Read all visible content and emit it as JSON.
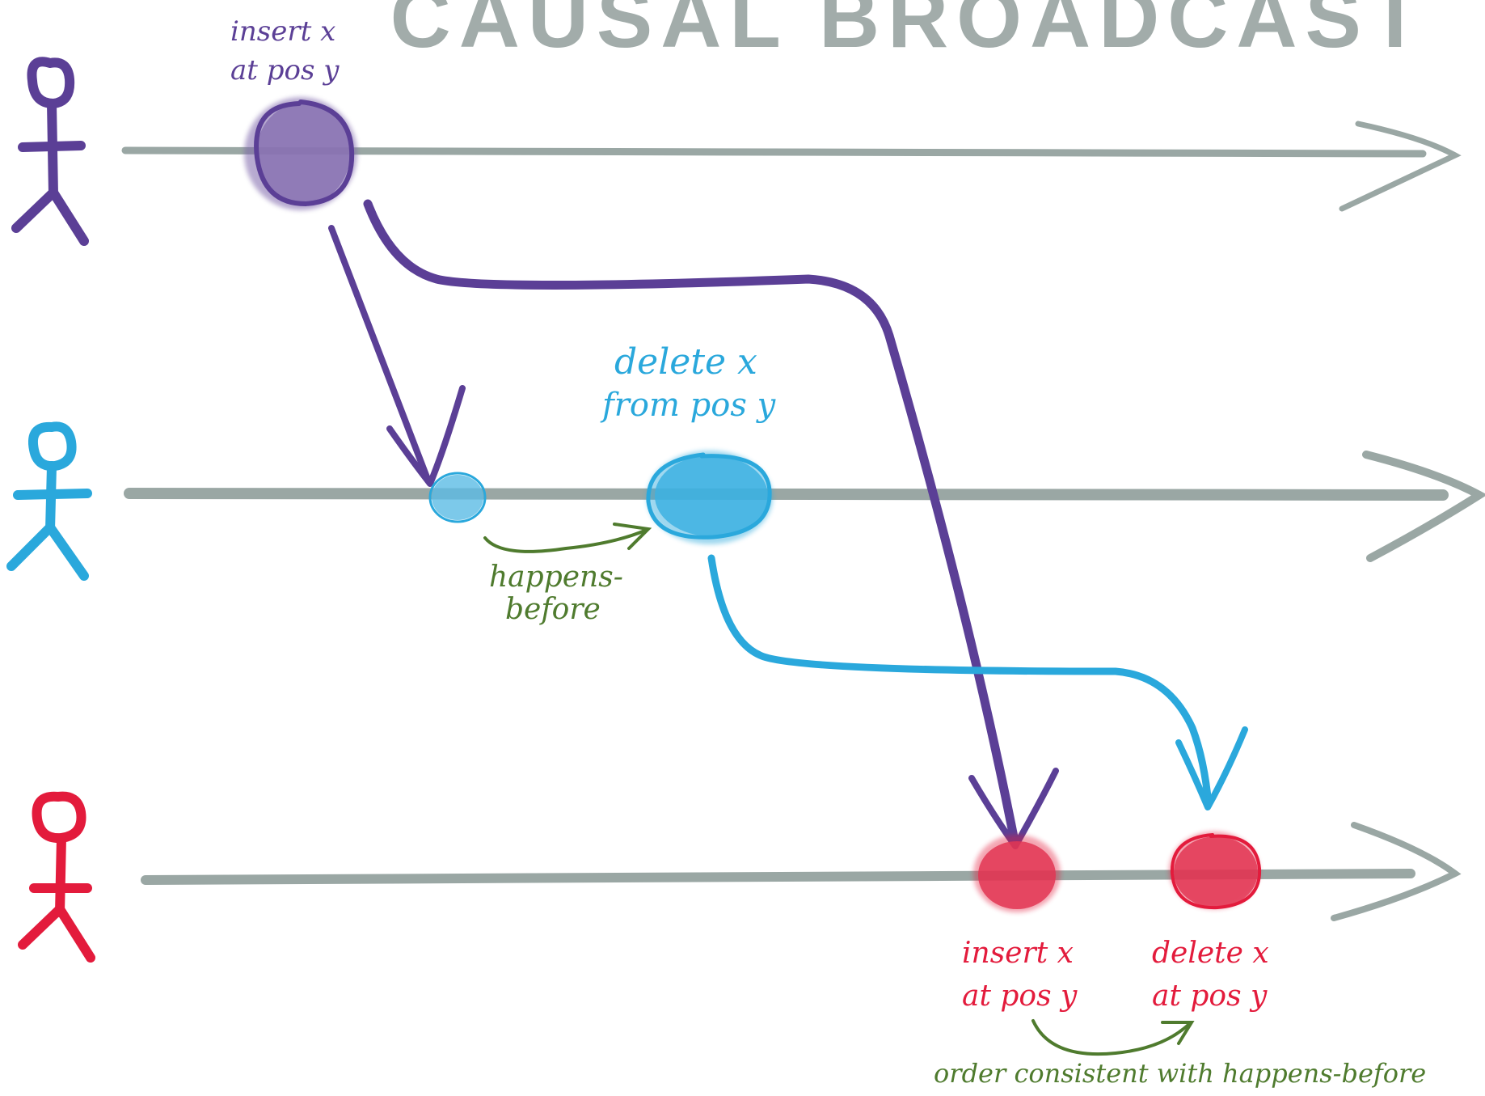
{
  "title": "CAUSAL BROADCAST",
  "colors": {
    "timeline": "#9aa7a4",
    "title": "#a2acaa",
    "user1": "#5b3f96",
    "user2": "#2aa8dc",
    "user3": "#e31b3c",
    "happens_before": "#4f7b2e"
  },
  "user1": {
    "event_label_line1": "insert x",
    "event_label_line2": "at pos y"
  },
  "user2": {
    "event_label_line1": "delete x",
    "event_label_line2": "from pos y",
    "happens_before_line1": "happens-",
    "happens_before_line2": "before"
  },
  "user3": {
    "event1_label_line1": "insert x",
    "event1_label_line2": "at pos y",
    "event2_label_line1": "delete x",
    "event2_label_line2": "at pos y",
    "order_note": "order consistent with happens-before"
  }
}
